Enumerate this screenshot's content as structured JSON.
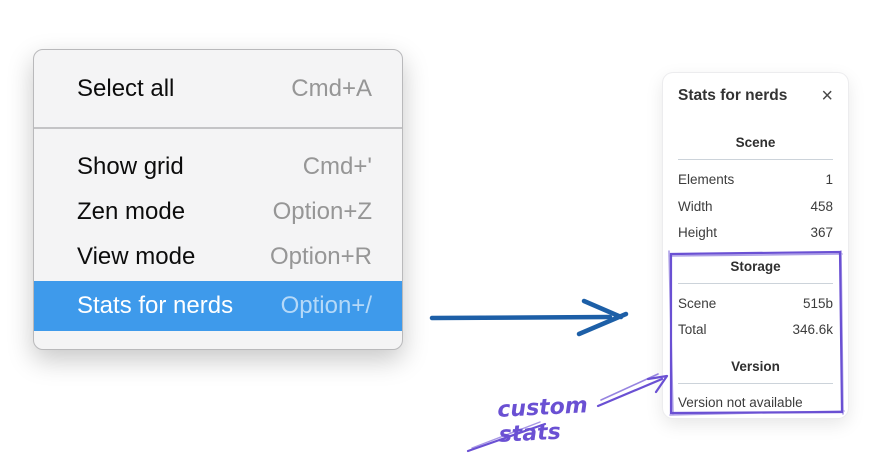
{
  "colors": {
    "menu_highlight": "#3e9aeb",
    "arrow_blue": "#1d5fa7",
    "annotation_purple": "#6a50d3"
  },
  "context_menu": {
    "items": [
      {
        "label": "Select all",
        "shortcut": "Cmd+A"
      },
      {
        "label": "Show grid",
        "shortcut": "Cmd+'"
      },
      {
        "label": "Zen mode",
        "shortcut": "Option+Z"
      },
      {
        "label": "View mode",
        "shortcut": "Option+R"
      },
      {
        "label": "Stats for nerds",
        "shortcut": "Option+/"
      }
    ]
  },
  "stats_panel": {
    "title": "Stats for nerds",
    "close_icon": "×",
    "sections": [
      {
        "heading": "Scene",
        "rows": [
          {
            "label": "Elements",
            "value": "1"
          },
          {
            "label": "Width",
            "value": "458"
          },
          {
            "label": "Height",
            "value": "367"
          }
        ]
      },
      {
        "heading": "Storage",
        "rows": [
          {
            "label": "Scene",
            "value": "515b"
          },
          {
            "label": "Total",
            "value": "346.6k"
          }
        ]
      },
      {
        "heading": "Version",
        "note": "Version not available"
      }
    ]
  },
  "annotation": {
    "label": "custom stats"
  }
}
